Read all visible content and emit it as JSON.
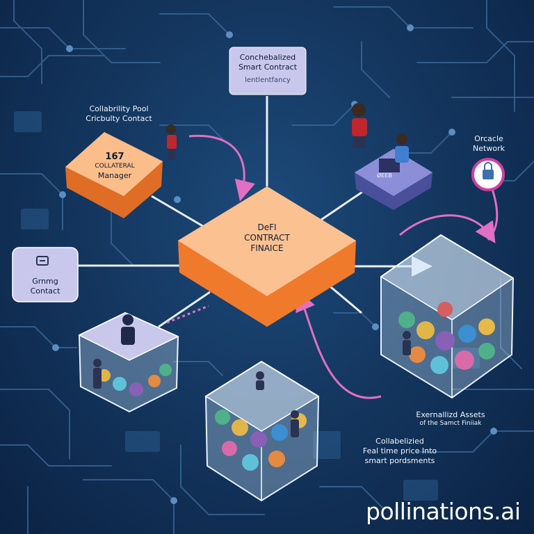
{
  "nodes": {
    "top_contract": {
      "line1": "Conchebalized",
      "line2": "Smart Contract",
      "line3": "lentlentfancy"
    },
    "left_caption": {
      "line1": "Collabrility Pool",
      "line2": "Cricbulty Contact"
    },
    "collateral": {
      "line1": "167",
      "line2": "COLLATERAL",
      "line3": "Manager"
    },
    "oracle": {
      "line1": "Orcacle",
      "line2": "Network"
    },
    "center": {
      "line1": "DeFI",
      "line2": "CONTRACT",
      "line3": "FINAICE"
    },
    "left_small": {
      "line1": "Grnmg",
      "line2": "Contact"
    },
    "laptop_label": "ØEEB",
    "right_caption": {
      "line1": "Exernallizd Assets",
      "line2": "of the Samct Finiiak"
    },
    "bottom_caption": {
      "line1": "Collabelizied",
      "line2": "Feal time price Into",
      "line3": "smart pordsments"
    }
  },
  "watermark": "pollinations.ai",
  "colors": {
    "background": "#143760",
    "orange": "#f88a3a",
    "peach": "#fbbd8a",
    "lavender": "#c9c8ec",
    "pink_arrow": "#e070c2",
    "circuit": "#3d6e9e"
  }
}
